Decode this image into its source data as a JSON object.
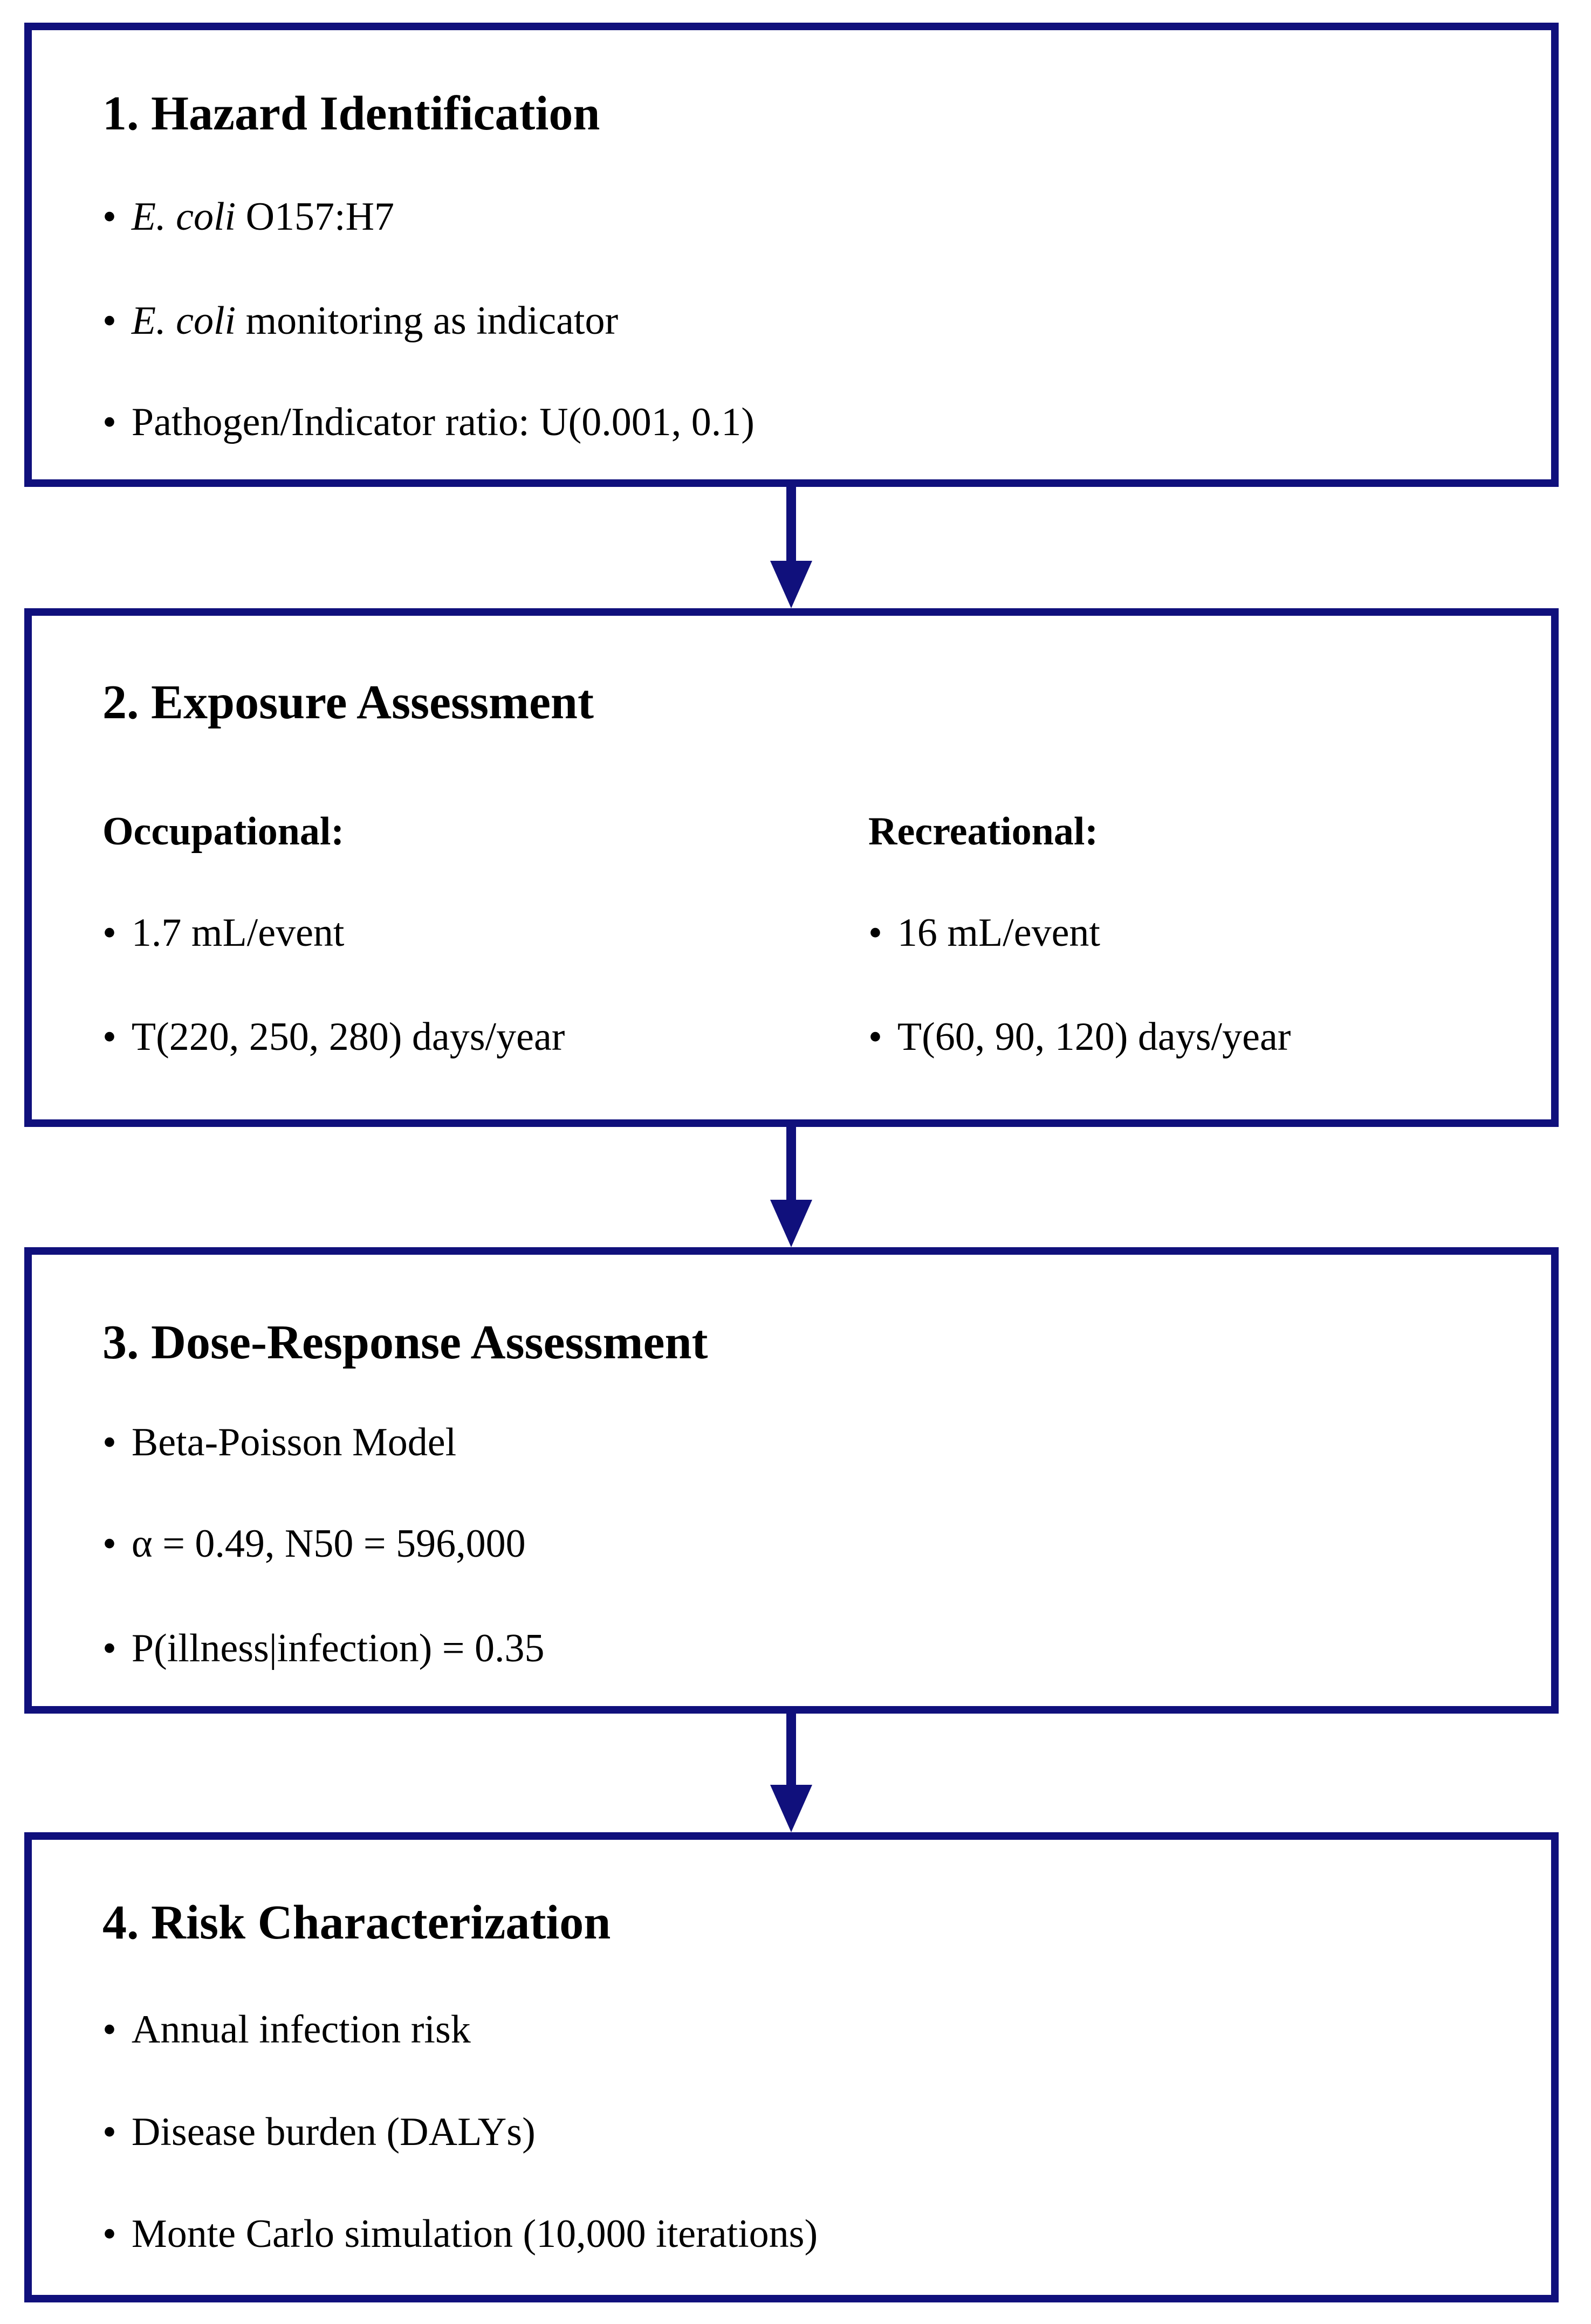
{
  "figure": {
    "type": "flowchart",
    "accent_color": "#10107c",
    "text_color": "#000000",
    "background_color": "#ffffff",
    "bullet_glyph": "•",
    "steps": [
      {
        "title": "1. Hazard Identification",
        "bullets": [
          {
            "italic": "E. coli",
            "rest": " O157:H7"
          },
          {
            "italic": "E. coli",
            "rest": " monitoring as indicator"
          },
          {
            "italic": "",
            "rest": "Pathogen/Indicator ratio: U(0.001, 0.1)"
          }
        ]
      },
      {
        "title": "2. Exposure Assessment",
        "columns": [
          {
            "header": "Occupational:",
            "bullets": [
              "1.7 mL/event",
              "T(220, 250, 280) days/year"
            ]
          },
          {
            "header": "Recreational:",
            "bullets": [
              "16 mL/event",
              "T(60, 90, 120) days/year"
            ]
          }
        ]
      },
      {
        "title": "3. Dose-Response Assessment",
        "bullets": [
          "Beta-Poisson Model",
          "α = 0.49, N50 = 596,000",
          "P(illness|infection) = 0.35"
        ]
      },
      {
        "title": "4. Risk Characterization",
        "bullets": [
          "Annual infection risk",
          "Disease burden (DALYs)",
          "Monte Carlo simulation (10,000 iterations)"
        ]
      }
    ]
  }
}
